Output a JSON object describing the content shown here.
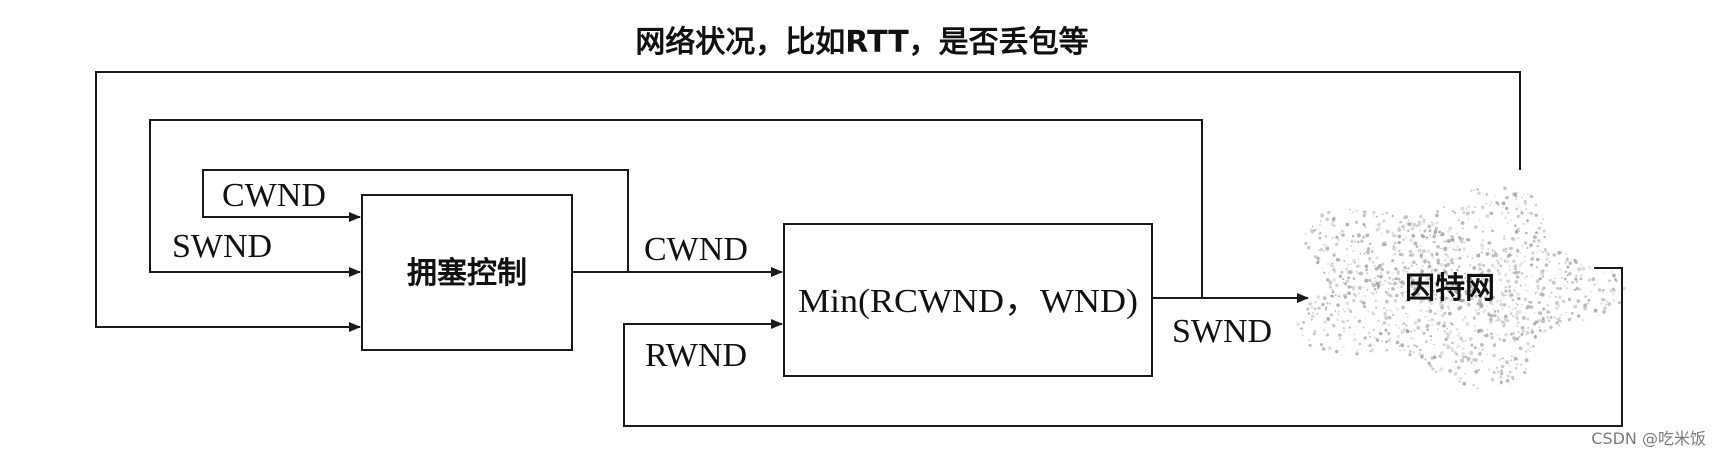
{
  "title": "网络状况，比如RTT，是否丢包等",
  "nodes": {
    "congestion_control": "拥塞控制",
    "min_block": "Min(RCWND，WND)",
    "internet": "因特网"
  },
  "signals": {
    "cwnd_feedback": "CWND",
    "swnd_feedback": "SWND",
    "cwnd_output": "CWND",
    "rwnd_input": "RWND",
    "swnd_output": "SWND"
  },
  "watermark": "CSDN @吃米饭",
  "colors": {
    "line": "#1a1a1a",
    "cloud": "#9a9a9a",
    "watermark": "#7a7a7a"
  }
}
